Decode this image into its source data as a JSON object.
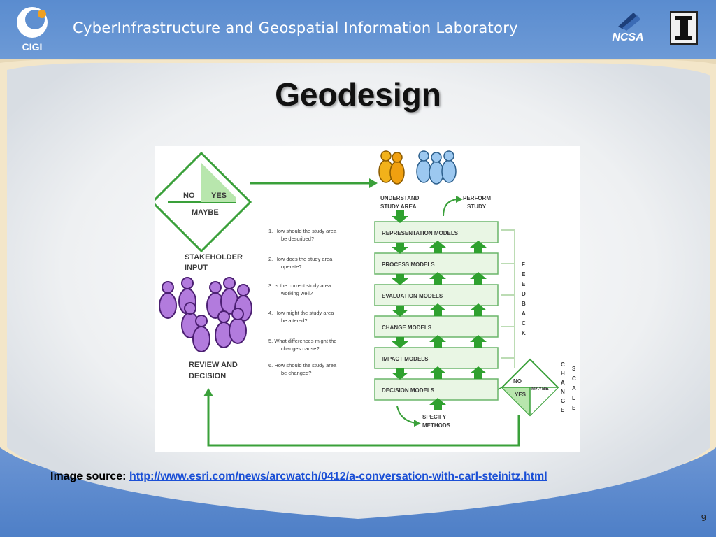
{
  "header": {
    "title": "CyberInfrastructure and Geospatial Information Laboratory",
    "left_logo_text": "CIGI",
    "right_logo_text": "NCSA"
  },
  "slide": {
    "title": "Geodesign",
    "page_number": "9"
  },
  "figure": {
    "decision_diamond": {
      "no": "NO",
      "yes": "YES",
      "maybe": "MAYBE"
    },
    "stakeholder_label": [
      "STAKEHOLDER",
      "INPUT"
    ],
    "review_label": [
      "REVIEW AND",
      "DECISION"
    ],
    "questions": [
      [
        "1.  How should the study area",
        "be described?"
      ],
      [
        "2.  How does the study area",
        "operate?"
      ],
      [
        "3.  Is the current study area",
        "working well?"
      ],
      [
        "4.  How might the study area",
        "be altered?"
      ],
      [
        "5.  What differences might the",
        "changes cause?"
      ],
      [
        "6.  How should the study area",
        "be changed?"
      ]
    ],
    "understand_label": [
      "UNDERSTAND",
      "STUDY AREA"
    ],
    "perform_label": [
      "PERFORM",
      "STUDY"
    ],
    "models": [
      "REPRESENTATION MODELS",
      "PROCESS MODELS",
      "EVALUATION MODELS",
      "CHANGE MODELS",
      "IMPACT MODELS",
      "DECISION MODELS"
    ],
    "specify_label": [
      "SPECIFY",
      "METHODS"
    ],
    "feedback_letters": [
      "F",
      "E",
      "E",
      "D",
      "B",
      "A",
      "C",
      "K"
    ],
    "change_letters": [
      "C",
      "H",
      "A",
      "N",
      "G",
      "E"
    ],
    "scale_letters": [
      "S",
      "C",
      "A",
      "L",
      "E"
    ],
    "small_diamond": {
      "no": "NO",
      "yes": "YES",
      "maybe": "MAYBE"
    }
  },
  "source": {
    "label": "Image source:",
    "url_text": "http://www.esri.com/news/arcwatch/0412/a-conversation-with-carl-steinitz.html"
  },
  "colors": {
    "header_blue": "#5f8fd0",
    "arrow_green": "#2fa12f",
    "box_green": "#e9f6e4",
    "purple": "#9b59d0",
    "link_blue": "#1a4fd6"
  }
}
